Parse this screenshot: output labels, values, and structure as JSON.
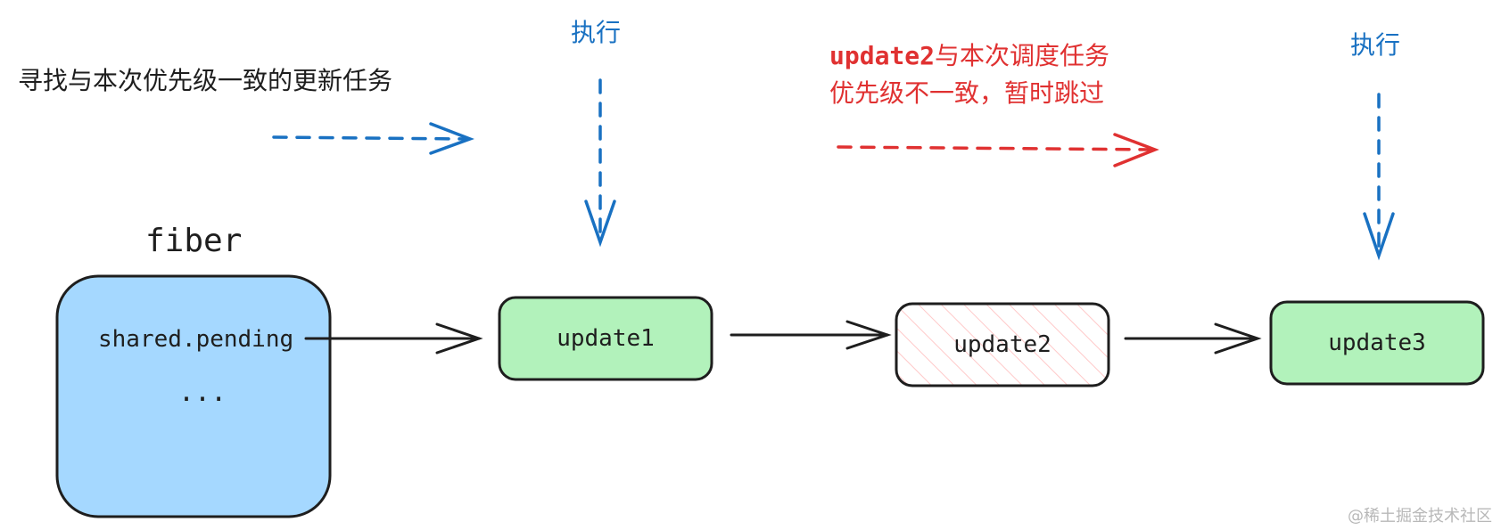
{
  "search_label": "寻找与本次优先级一致的更新任务",
  "fiber": {
    "title": "fiber",
    "field": "shared.pending",
    "more": "..."
  },
  "updates": [
    {
      "label": "update1",
      "state": "execute"
    },
    {
      "label": "update2",
      "state": "skip"
    },
    {
      "label": "update3",
      "state": "execute"
    }
  ],
  "execute_label": "执行",
  "skip_note": {
    "prefix": "update2",
    "line1_rest": "与本次调度任务",
    "line2": "优先级不一致，暂时跳过"
  },
  "watermark": "@稀土掘金技术社区",
  "colors": {
    "blue": "#1971c2",
    "red": "#e03131",
    "fiber_fill": "#a5d8ff",
    "update_fill": "#b2f2bb",
    "skip_hatch": "#ffc9c9",
    "ink": "#1e1e1e"
  }
}
